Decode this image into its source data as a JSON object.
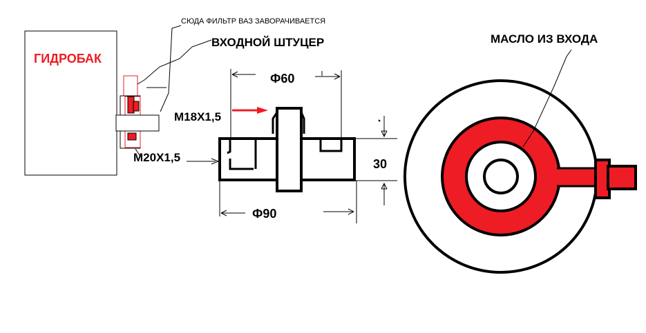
{
  "labels": {
    "tank": "ГИДРОБАК",
    "note": "СЮДА ФИЛЬТР ВАЗ ЗАВОРАЧИВАЕТСЯ",
    "inlet": "ВХОДНОЙ ШТУЦЕР",
    "m18": "M18X1,5",
    "m20": "M20X1,5",
    "d60": "Ф60",
    "d90": "Ф90",
    "h30": "30",
    "oil": "МАСЛО ИЗ ВХОДА"
  },
  "colors": {
    "red": "#ee1c24",
    "black": "#000000",
    "background": "#ffffff"
  }
}
